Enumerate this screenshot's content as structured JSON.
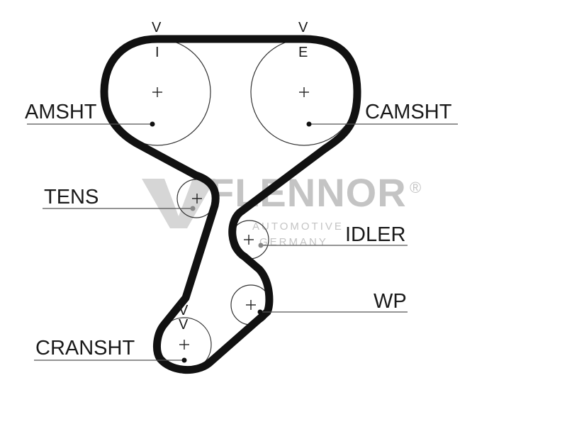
{
  "labels": {
    "cam_left": "AMSHT",
    "cam_right": "CAMSHT",
    "tensioner": "TENS",
    "idler": "IDLER",
    "water_pump": "WP",
    "crankshaft": "CRANSHT"
  },
  "marks": {
    "intake": "I",
    "exhaust": "E",
    "timing": "V"
  },
  "watermark": {
    "brand": "FLENNOR",
    "sub_line_1": "AUTOMOTIVE",
    "sub_line_2": "GERMANY",
    "registered": "®"
  }
}
